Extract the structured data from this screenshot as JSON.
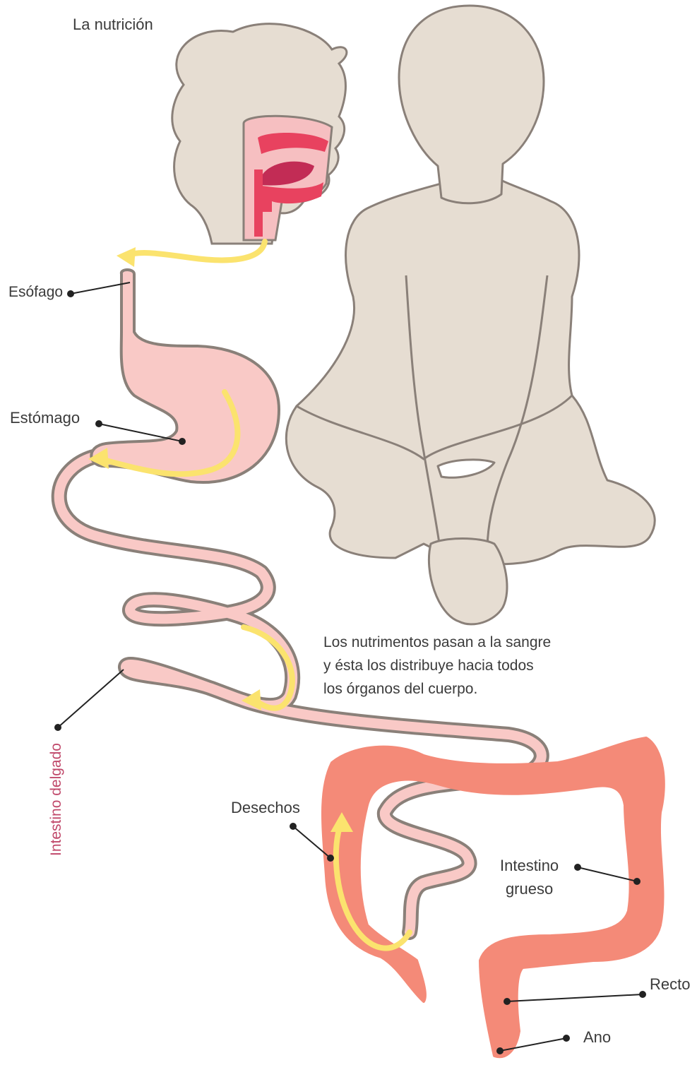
{
  "title": "La nutrición",
  "labels": {
    "esofago": "Esófago",
    "estomago": "Estómago",
    "intestino_delgado": "Intestino delgado",
    "desechos": "Desechos",
    "intestino_grueso_1": "Intestino",
    "intestino_grueso_2": "grueso",
    "recto": "Recto",
    "ano": "Ano"
  },
  "note": [
    "Los nutrimentos pasan a la sangre",
    "y ésta los distribuye hacia todos",
    "los órganos del cuerpo."
  ],
  "colors": {
    "body": "#e6ddd2",
    "outline": "#8a8079",
    "digestive_tract": "#f9c9c6",
    "large_intestine": "#f48a78",
    "mouth": "#e8425f",
    "flow_arrow": "#fbe36e",
    "label_accent": "#c0486a"
  }
}
